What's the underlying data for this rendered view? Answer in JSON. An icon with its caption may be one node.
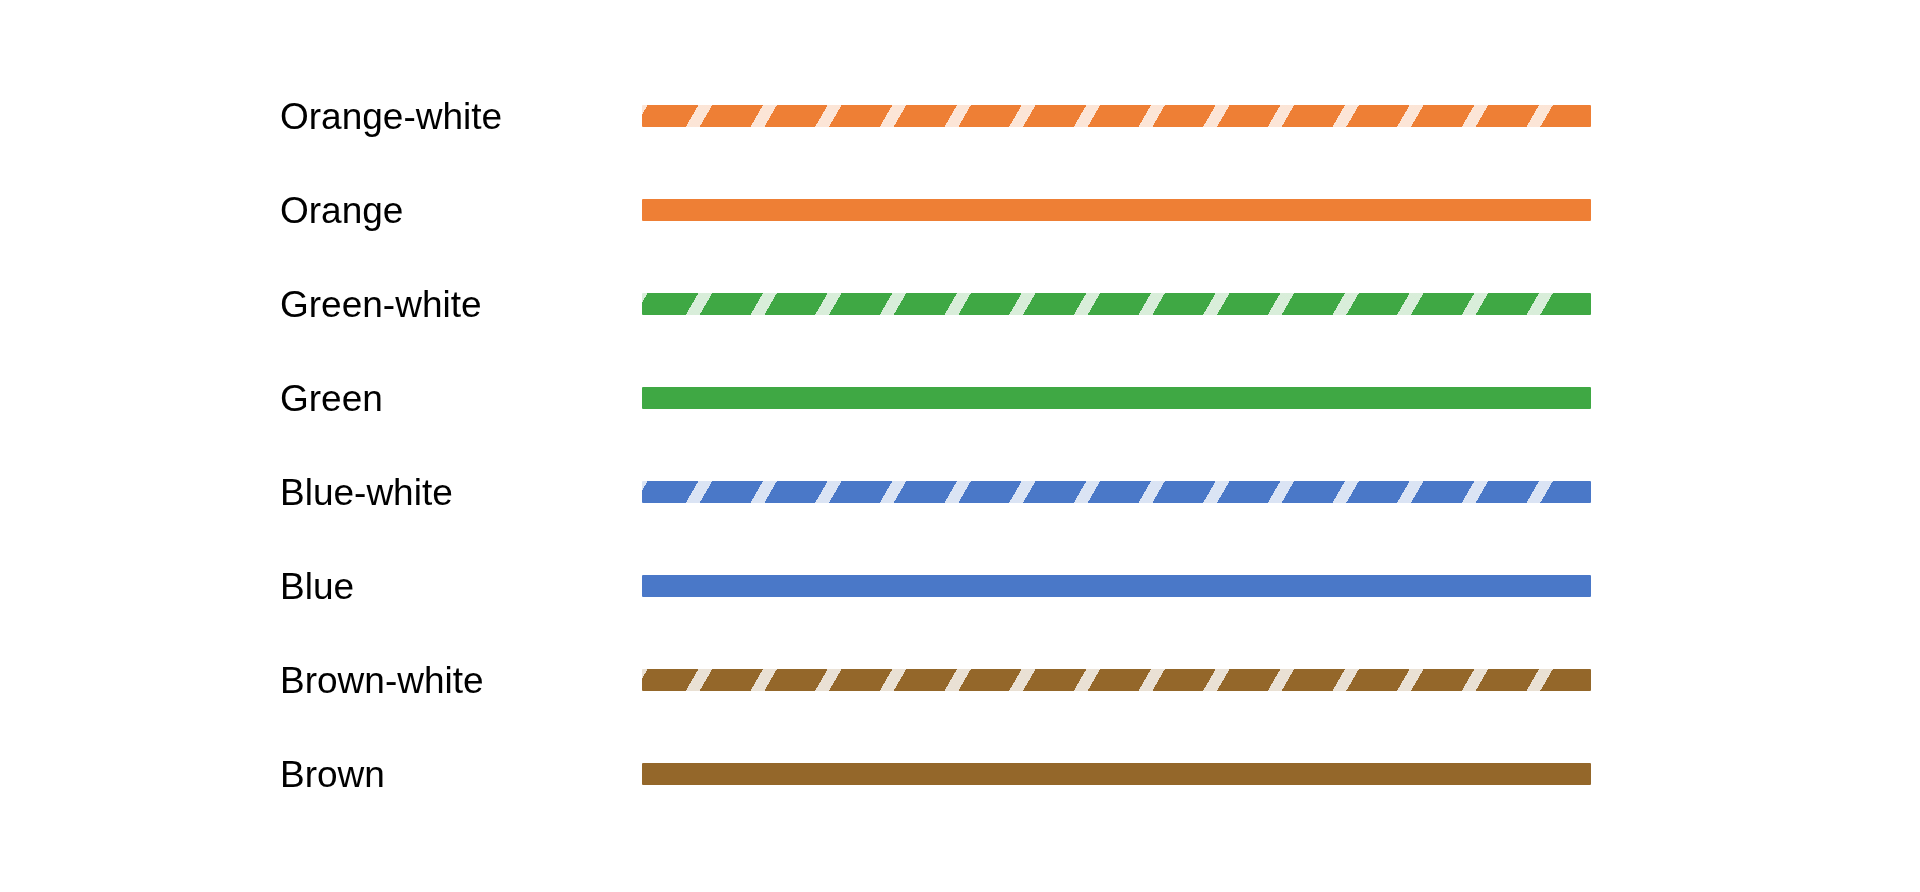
{
  "diagram": {
    "legend": [
      {
        "text": "Orange-white"
      },
      {
        "text": "Orange",
        "color": "#ee7f35"
      },
      {
        "text": "Green-white"
      },
      {
        "text": "Green",
        "color": "#3fa844"
      },
      {
        "text": "Blue-white"
      },
      {
        "text": "Blue",
        "color": "#4a78c8"
      },
      {
        "text": "Brown-white"
      },
      {
        "text": "Brown",
        "color": "#94672a"
      }
    ]
  }
}
